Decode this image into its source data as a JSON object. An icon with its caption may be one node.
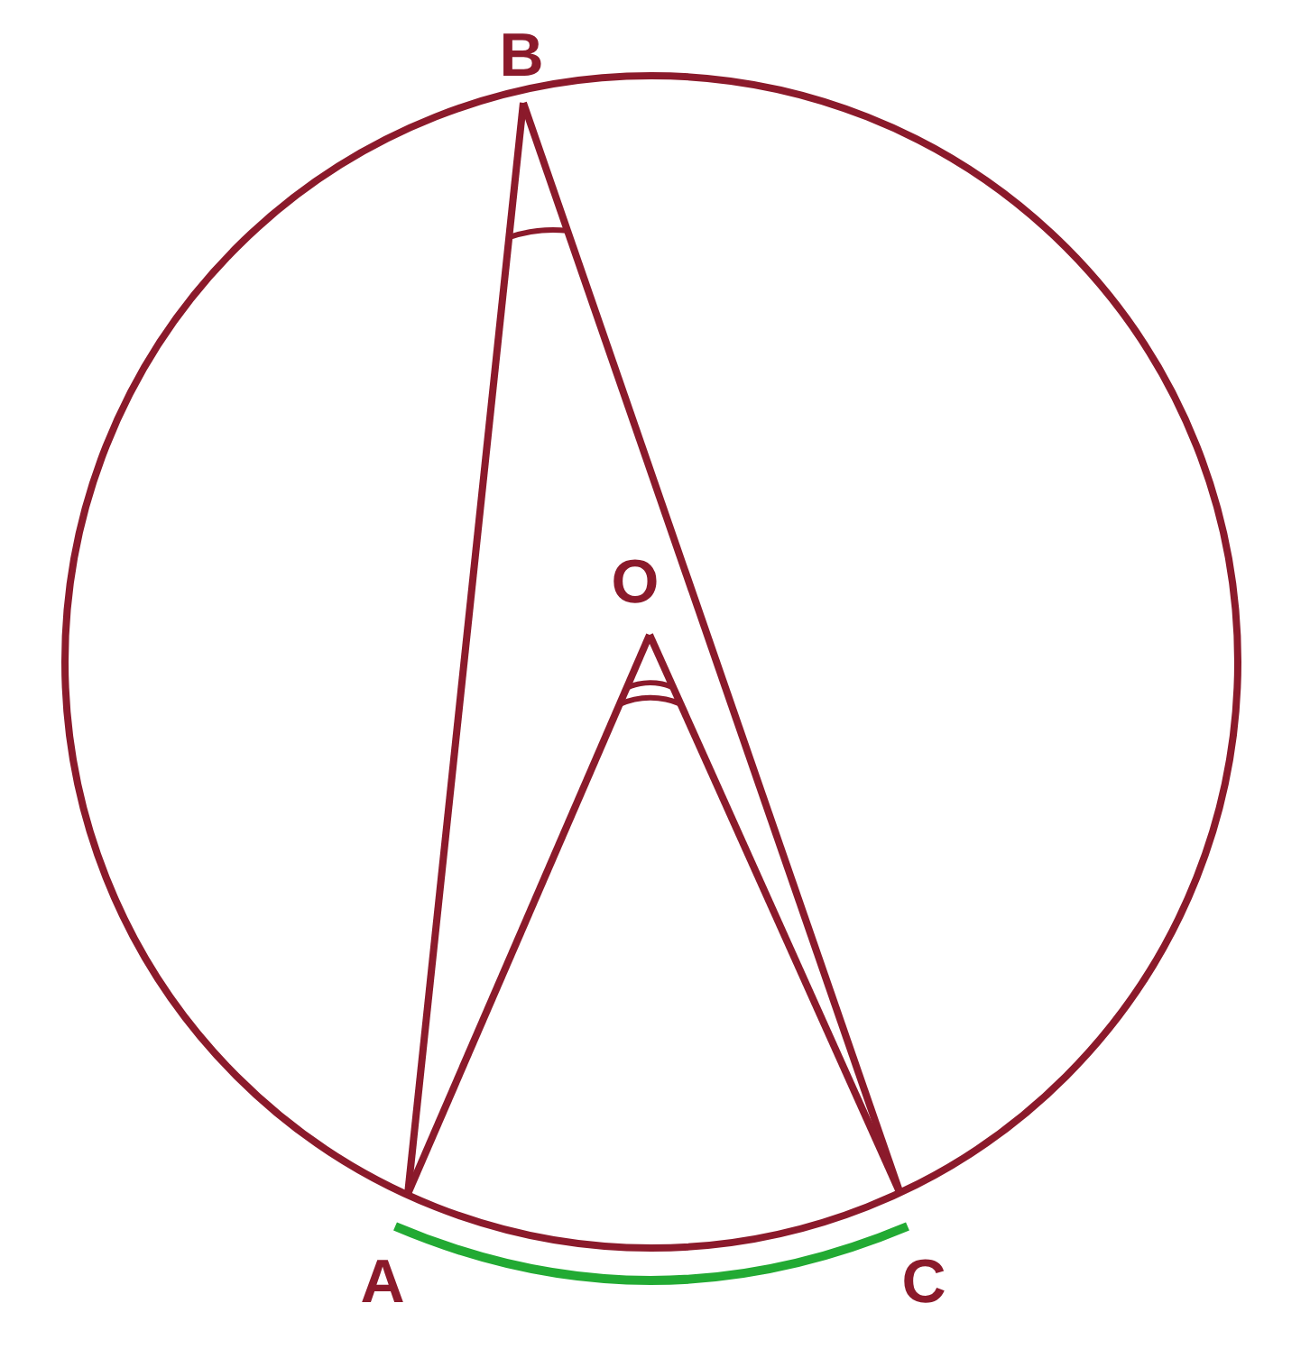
{
  "diagram": {
    "nodes": [
      {
        "text": [
          "B"
        ]
      },
      {
        "text": [
          "O"
        ]
      },
      {
        "text": [
          "A"
        ]
      },
      {
        "text": [
          "C"
        ]
      }
    ],
    "edges": [
      {
        "from": 0,
        "to": 2,
        "arrow": "none"
      },
      {
        "from": 0,
        "to": 3,
        "arrow": "none"
      },
      {
        "from": 1,
        "to": 2,
        "arrow": "none"
      },
      {
        "from": 1,
        "to": 3,
        "arrow": "none"
      }
    ]
  }
}
